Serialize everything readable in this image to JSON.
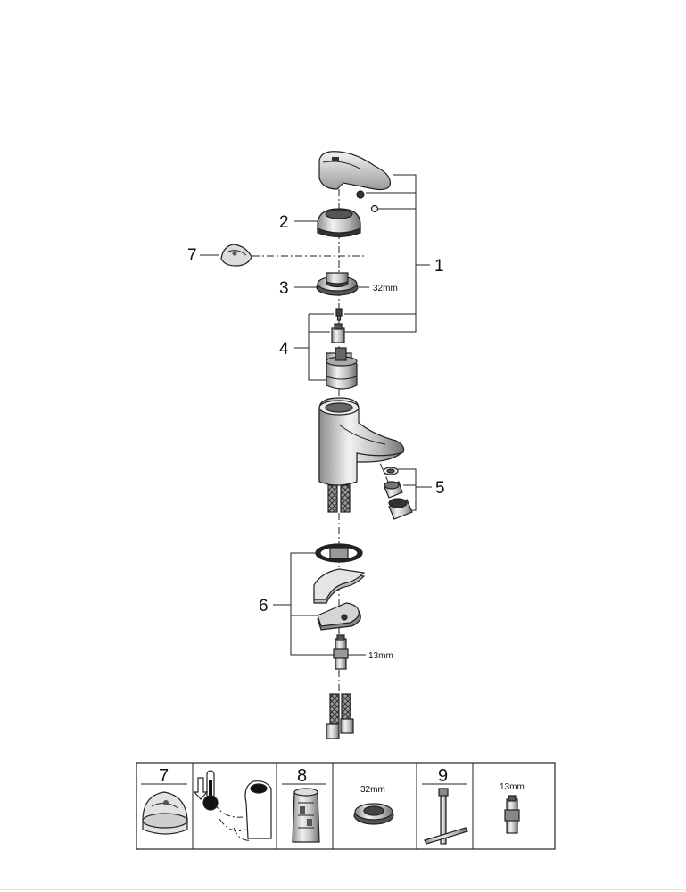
{
  "callouts": {
    "c1": "1",
    "c2": "2",
    "c3": "3",
    "c4": "4",
    "c5": "5",
    "c6": "6",
    "c7": "7"
  },
  "dimensions": {
    "cap_ring": "32mm",
    "hose_nut": "13mm"
  },
  "tool_table": {
    "cells": [
      {
        "number": "7",
        "item": "gasket-pad"
      },
      {
        "number": "",
        "item": "thermometer-lever"
      },
      {
        "number": "8",
        "item": "cartridge-tool"
      },
      {
        "number": "",
        "item": "ring-32",
        "label": "32mm"
      },
      {
        "number": "9",
        "item": "hex-key"
      },
      {
        "number": "",
        "item": "nut-13",
        "label": "13mm"
      }
    ]
  },
  "colors": {
    "line": "#222222",
    "chrome_light": "#d9d9d9",
    "chrome_dark": "#7a7a7a"
  }
}
